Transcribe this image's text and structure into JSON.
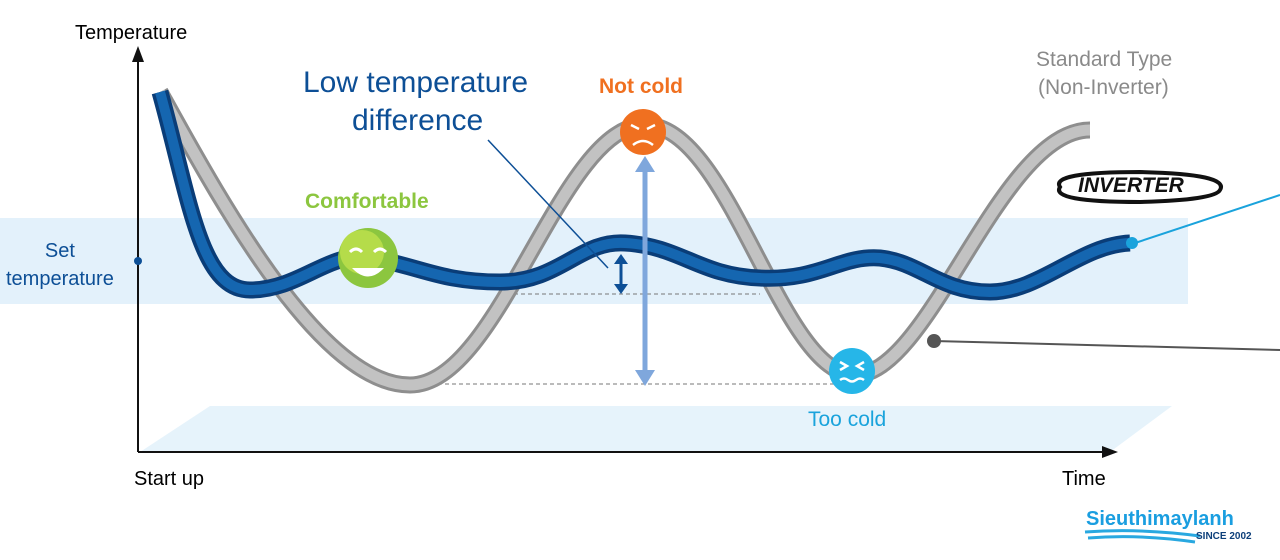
{
  "axis": {
    "y_label": "Temperature",
    "x_start": "Start up",
    "x_end": "Time"
  },
  "set_temperature": "Set\ntemperature",
  "labels": {
    "low_diff_1": "Low temperature",
    "low_diff_2": "difference",
    "not_cold": "Not cold",
    "comfortable": "Comfortable",
    "too_cold": "Too cold",
    "standard_1": "Standard Type",
    "standard_2": "(Non-Inverter)"
  },
  "inverter_logo": "INVERTER",
  "brand": {
    "name": "Sieuthimaylanh",
    "since": "SINCE 2002"
  },
  "colors": {
    "inverter": "#0d4f96",
    "standard": "#b0b0b0",
    "band": "#e3f1fb",
    "accent": "#1aa3dc",
    "hot": "#f07020",
    "comfort": "#8cc63f"
  }
}
